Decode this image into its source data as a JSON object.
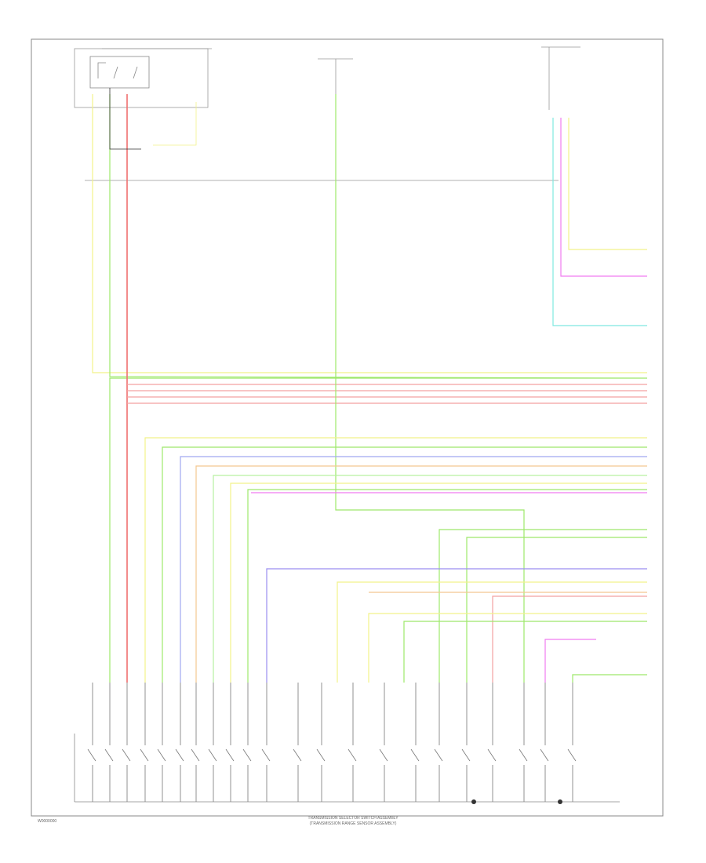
{
  "diagram": {
    "footer_line1": "TRANSMISSION SELECTOR SWITCH ASSEMBLY",
    "footer_line2": "(TRANSMISSION RANGE SENSOR ASSEMBLY)",
    "page_code": "W0000000",
    "wire_colors": {
      "yellow": "#f2f28a",
      "green": "#9ee86a",
      "red": "#f07070",
      "pink": "#f4a0a0",
      "cyan": "#7fe8e0",
      "magenta": "#f07cf0",
      "violet": "#9a8ef0",
      "blue": "#a0a8f0",
      "lightgreen": "#b6f0a0",
      "orange": "#f4c890",
      "grey": "#999999",
      "black": "#333333"
    }
  }
}
